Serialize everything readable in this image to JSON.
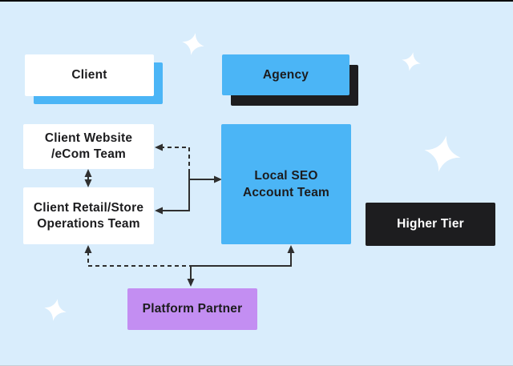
{
  "nodes": {
    "client": {
      "label": "Client"
    },
    "agency": {
      "label": "Agency"
    },
    "client_website": {
      "line1": "Client Website",
      "line2": "/eCom Team"
    },
    "client_retail": {
      "line1": "Client Retail/Store",
      "line2": "Operations Team"
    },
    "local_seo": {
      "line1": "Local SEO",
      "line2": "Account Team"
    },
    "higher_tier": {
      "label": "Higher Tier"
    },
    "platform_partner": {
      "label": "Platform Partner"
    }
  },
  "edges": [
    {
      "from": "Client Website /eCom Team",
      "to": "Client Retail/Store Operations Team",
      "style": "solid",
      "arrows": "both"
    },
    {
      "from": "Local SEO Account Team",
      "to": "Client Website /eCom Team",
      "style": "dashed",
      "arrows": "into Client Website /eCom Team"
    },
    {
      "from": "Client Retail/Store Operations Team",
      "to": "Local SEO Account Team",
      "style": "solid",
      "arrows": "both"
    },
    {
      "from": "Platform Partner",
      "to": "Local SEO Account Team",
      "style": "solid",
      "arrows": "into both Platform Partner and Local SEO Account Team"
    },
    {
      "from": "Platform Partner",
      "to": "Client Retail/Store Operations Team",
      "style": "dashed",
      "arrows": "into Client Retail/Store Operations Team"
    }
  ],
  "icons": {
    "sparkle": "four-point-star"
  },
  "colors": {
    "background": "#d9edfc",
    "accent_blue": "#4bb5f6",
    "accent_purple": "#c38ef2",
    "accent_black": "#1d1d1f",
    "box_white": "#ffffff",
    "text_dark": "#1c1c1e",
    "text_light": "#ffffff",
    "arrow": "#2f2f2f",
    "sparkle": "#ffffff"
  }
}
